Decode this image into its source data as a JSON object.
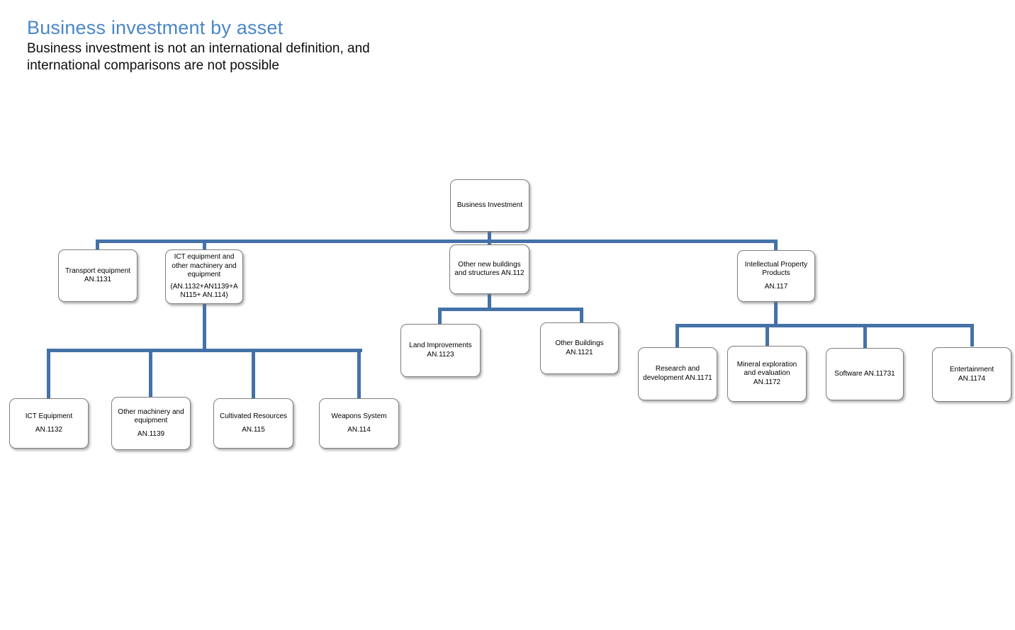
{
  "page": {
    "title": "Business investment by asset",
    "subtitle": "Business investment is not an international definition, and international comparisons are not possible"
  },
  "colors": {
    "title_blue": "#4a87c9",
    "connector_blue": "#4472a8",
    "node_border_gray": "#7f7f7f"
  },
  "nodes": {
    "root": {
      "label": "Business Investment"
    },
    "transport": {
      "label": "Transport equipment AN.1131"
    },
    "ict_machinery": {
      "label": "ICT  equipment and other machinery and equipment",
      "code": "(AN.1132+AN1139+AN115+ AN.114)"
    },
    "buildings": {
      "label": "Other new buildings and structures AN.112"
    },
    "ipp": {
      "label": "Intellectual Property Products",
      "code": "AN.117"
    },
    "land": {
      "label": "Land Improvements AN.1123"
    },
    "other_buildings": {
      "label": "Other Buildings AN.1121"
    },
    "ict_equipment": {
      "label": "ICT Equipment",
      "code": "AN.1132"
    },
    "other_machinery": {
      "label": "Other machinery and equipment",
      "code": "AN.1139"
    },
    "cultivated": {
      "label": "Cultivated Resources",
      "code": "AN.115"
    },
    "weapons": {
      "label": "Weapons System",
      "code": "AN.114"
    },
    "rnd": {
      "label": "Research and development AN.1171"
    },
    "mineral": {
      "label": "Mineral exploration and evaluation AN.1172"
    },
    "software": {
      "label": "Software AN.11731"
    },
    "entertainment": {
      "label": "Entertainment AN.1174"
    }
  }
}
